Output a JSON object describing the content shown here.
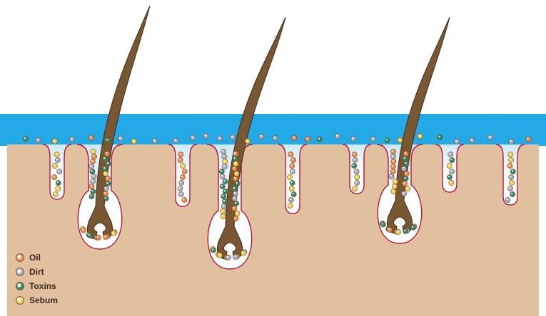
{
  "colors": {
    "water": "#22a9e6",
    "skin": "#e1c0a0",
    "follicle_outline": "#b5163a",
    "follicle_fill": "#ffffff",
    "follicle_fade": "#cde9f7",
    "hair": "#7a5733",
    "hair_outline": "#3e2b18"
  },
  "legend": [
    {
      "label": "Oil",
      "color": "#f08a4b",
      "icon": "oil-particle"
    },
    {
      "label": "Dirt",
      "color": "#a3aec6",
      "icon": "dirt-particle"
    },
    {
      "label": "Toxins",
      "color": "#2f8a6a",
      "icon": "toxin-particle"
    },
    {
      "label": "Sebum",
      "color": "#f2cf4c",
      "icon": "sebum-particle"
    }
  ]
}
